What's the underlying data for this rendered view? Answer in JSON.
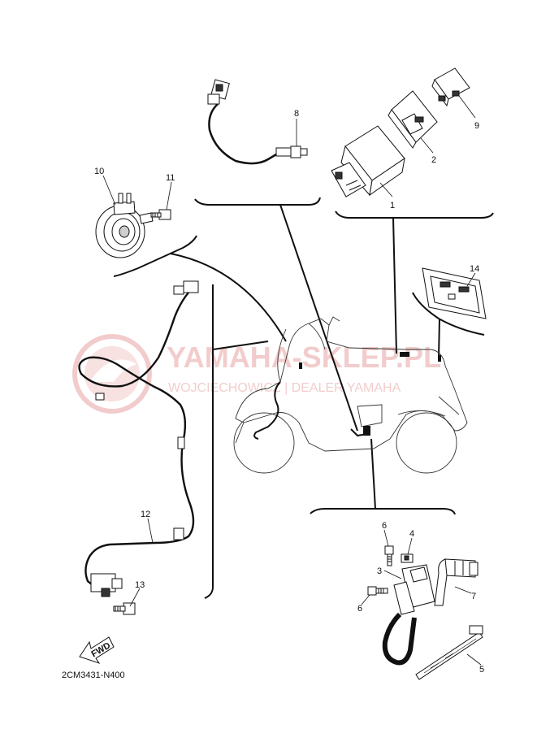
{
  "diagram": {
    "code": "2CM3431-N400",
    "fwd_label": "FWD",
    "watermark": {
      "main": "YAMAHA-SKLEP.PL",
      "sub": "WOJCIECHOWICZ | DEALER YAMAHA",
      "color": "#e8a4a4"
    },
    "part_numbers": {
      "p1": "1",
      "p2": "2",
      "p3": "3",
      "p4": "4",
      "p5": "5",
      "p6a": "6",
      "p6b": "6",
      "p7": "7",
      "p8": "8",
      "p9": "9",
      "p10": "10",
      "p11": "11",
      "p12": "12",
      "p13": "13",
      "p14": "14"
    },
    "parts": [
      {
        "id": "1",
        "icon": "ecu-module-icon"
      },
      {
        "id": "2",
        "icon": "ecu-cover-icon"
      },
      {
        "id": "3",
        "icon": "ignition-coil-icon"
      },
      {
        "id": "4",
        "icon": "clip-icon"
      },
      {
        "id": "5",
        "icon": "cable-tie-icon"
      },
      {
        "id": "6",
        "icon": "bolt-icon"
      },
      {
        "id": "7",
        "icon": "spark-plug-cap-icon"
      },
      {
        "id": "8",
        "icon": "sensor-lead-icon"
      },
      {
        "id": "9",
        "icon": "relay-icon"
      },
      {
        "id": "10",
        "icon": "horn-icon"
      },
      {
        "id": "11",
        "icon": "bolt-icon"
      },
      {
        "id": "12",
        "icon": "wheel-sensor-lead-icon"
      },
      {
        "id": "13",
        "icon": "bolt-icon"
      },
      {
        "id": "14",
        "icon": "connector-block-icon"
      }
    ]
  }
}
